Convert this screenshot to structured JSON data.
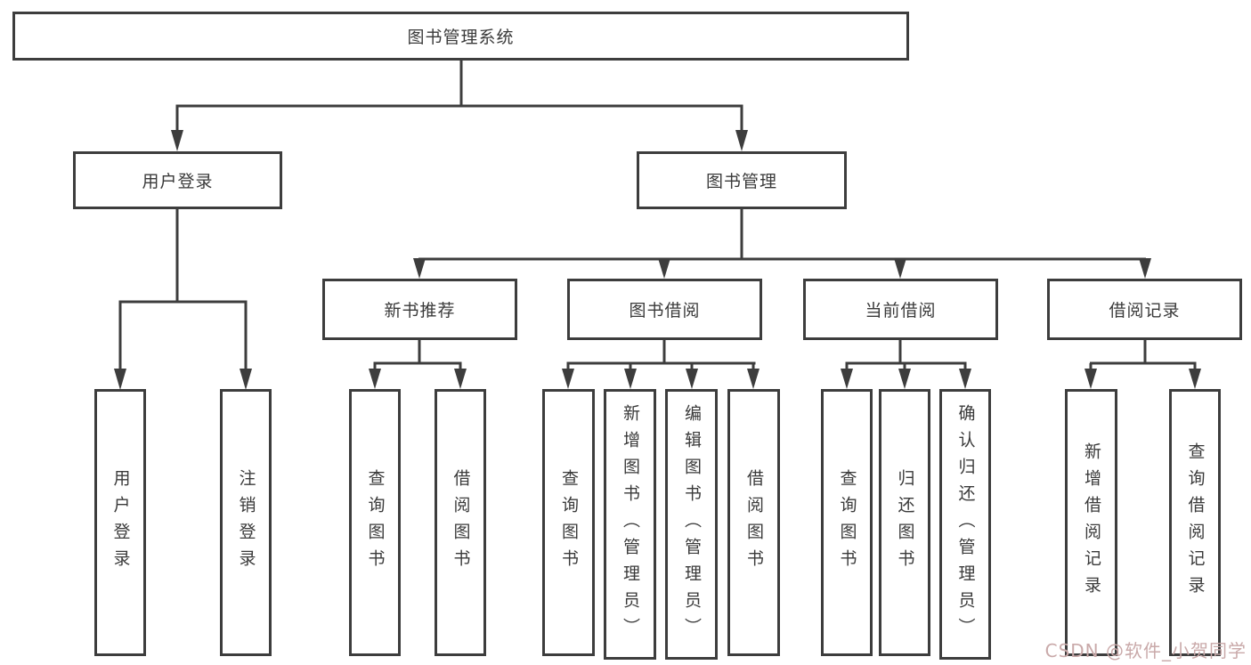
{
  "diagram": {
    "title": "图书管理系统",
    "root": {
      "label": "图书管理系统"
    },
    "branches": [
      {
        "label": "用户登录",
        "children": [
          {
            "label": "用户登录"
          },
          {
            "label": "注销登录"
          }
        ]
      },
      {
        "label": "图书管理",
        "children": [
          {
            "label": "新书推荐",
            "children": [
              {
                "label": "查询图书"
              },
              {
                "label": "借阅图书"
              }
            ]
          },
          {
            "label": "图书借阅",
            "children": [
              {
                "label": "查询图书"
              },
              {
                "label": "新增图书（管理员）"
              },
              {
                "label": "编辑图书（管理员）"
              },
              {
                "label": "借阅图书"
              }
            ]
          },
          {
            "label": "当前借阅",
            "children": [
              {
                "label": "查询图书"
              },
              {
                "label": "归还图书"
              },
              {
                "label": "确认归还（管理员）"
              }
            ]
          },
          {
            "label": "借阅记录",
            "children": [
              {
                "label": "新增借阅记录"
              },
              {
                "label": "查询借阅记录"
              }
            ]
          }
        ]
      }
    ]
  },
  "watermark": {
    "text": "CSDN @软件_小贺同学"
  },
  "colors": {
    "line": "#3d3d3d",
    "box_border": "#3d3d3d",
    "text": "#3a3a3a",
    "background": "#ffffff",
    "watermark": "#c9a9a9"
  }
}
